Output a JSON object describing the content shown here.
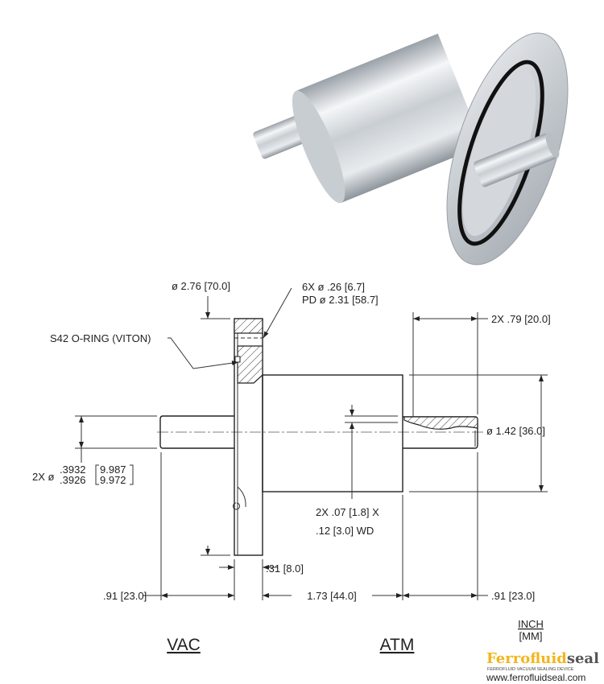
{
  "title": "Ferrofluid Vacuum Feedthrough – Flanged, Dual Shaft",
  "dimensions": {
    "flange_od": "ø 2.76 [70.0]",
    "holes_line1": "6X ø .26 [6.7]",
    "holes_line2": "PD ø 2.31 [58.7]",
    "oring": "S42 O-RING (VITON)",
    "shaft_ext": "2X .79 [20.0]",
    "housing_od": "ø 1.42 [36.0]",
    "shaft_dia_prefix": "2X ø",
    "shaft_dia_in_max": ".3932",
    "shaft_dia_in_min": ".3926",
    "shaft_dia_mm_max": "9.987",
    "shaft_dia_mm_min": "9.972",
    "flat_line1": "2X .07 [1.8] X",
    "flat_line2": ".12 [3.0] WD",
    "flange_thk": ".31 [8.0]",
    "left_shaft_len": ".91 [23.0]",
    "housing_len": "1.73 [44.0]",
    "right_shaft_len": ".91 [23.0]"
  },
  "sides": {
    "vac": "VAC",
    "atm": "ATM"
  },
  "units": {
    "primary": "INCH",
    "secondary": "[MM]"
  },
  "brand": {
    "name_a": "Ferrofluid",
    "name_b": "seal",
    "tagline": "FERROFLUID VACUUM SEALING DEVICE",
    "url": "www.ferrofluidseal.com",
    "color_a": "#f2b51c",
    "color_b": "#555555"
  }
}
